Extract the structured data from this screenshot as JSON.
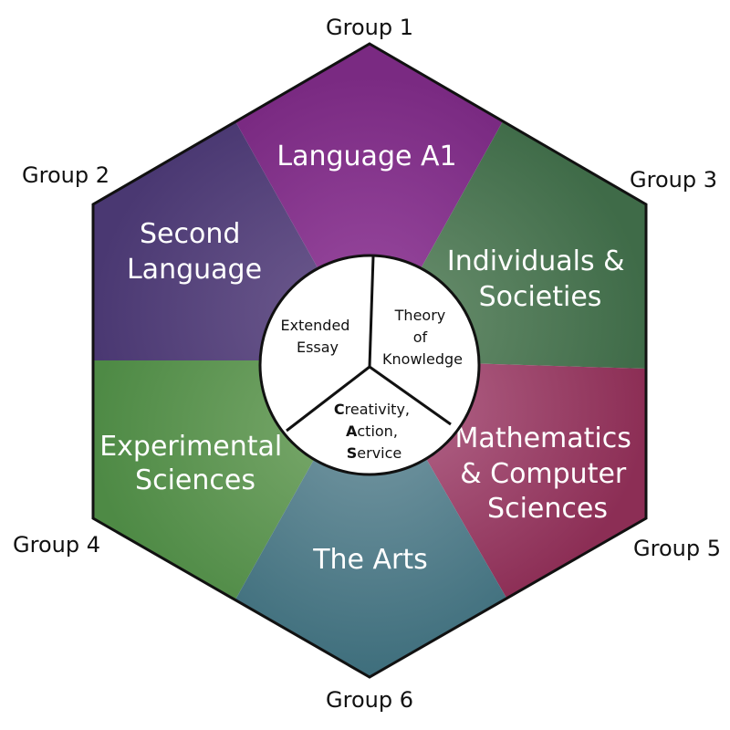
{
  "colors": {
    "group1": "#7a2a82",
    "group2": "#4a3872",
    "group3": "#3f6b48",
    "group4": "#4e8a45",
    "group5": "#8c2e55",
    "group6": "#3e6e7c",
    "core_fill": "#ffffff",
    "outline": "#111111"
  },
  "groups": [
    {
      "label": "Group 1",
      "subject": [
        "Language A1"
      ]
    },
    {
      "label": "Group 2",
      "subject": [
        "Second",
        "Language"
      ]
    },
    {
      "label": "Group 3",
      "subject": [
        "Individuals &",
        "Societies"
      ]
    },
    {
      "label": "Group 4",
      "subject": [
        "Experimental",
        "Sciences"
      ]
    },
    {
      "label": "Group 5",
      "subject": [
        "Mathematics",
        "& Computer",
        "Sciences"
      ]
    },
    {
      "label": "Group 6",
      "subject": [
        "The Arts"
      ]
    }
  ],
  "core": {
    "extended_essay": [
      "Extended",
      "Essay"
    ],
    "theory_of_knowledge": [
      "Theory",
      "of",
      "Knowledge"
    ],
    "cas": [
      {
        "initial": "C",
        "rest": "reativity,"
      },
      {
        "initial": "A",
        "rest": "ction,"
      },
      {
        "initial": "S",
        "rest": "ervice"
      }
    ]
  }
}
